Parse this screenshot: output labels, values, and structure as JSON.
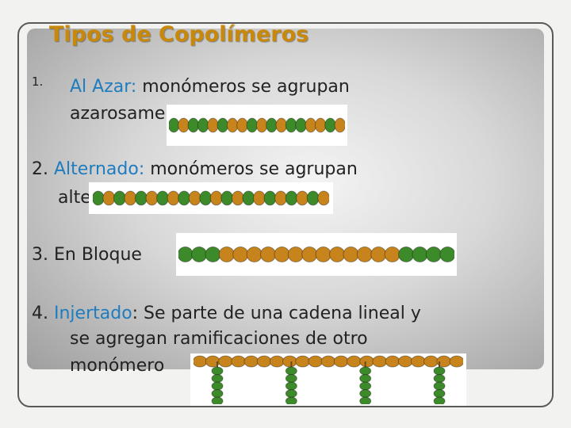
{
  "title": "Tipos de Copolímeros",
  "items": [
    {
      "number": "1.",
      "keyword": "Al Azar:",
      "line1_rest": " monómeros se agrupan",
      "line2": "azarosamente"
    },
    {
      "number": "2.",
      "keyword": "Alternado:",
      "line1_rest": " monómeros se agrupan",
      "line2": "alternadamente"
    },
    {
      "text": "3. En Bloque"
    },
    {
      "number": "4.",
      "keyword": "Injertado",
      "line1_rest": ": Se parte de una cadena lineal y",
      "line2": "se agregan ramificaciones de otro",
      "line3": "monómero"
    }
  ],
  "colors": {
    "title": "#c8880a",
    "keyword": "#1e7cbf",
    "monomer_green": "#3d8a2a",
    "monomer_orange": "#c8841c"
  },
  "chains": {
    "random": "GOGGOGOOGOGOGGOOGO",
    "alternating": "GOGOGOGOGOGOGOGOGOGOGO",
    "block": "GGGOOOOOOOOOOOOOGGGG",
    "graft_backbone": "OOOOOOOOOOOOOOOOOOOOO",
    "graft_branches_count": 4
  }
}
